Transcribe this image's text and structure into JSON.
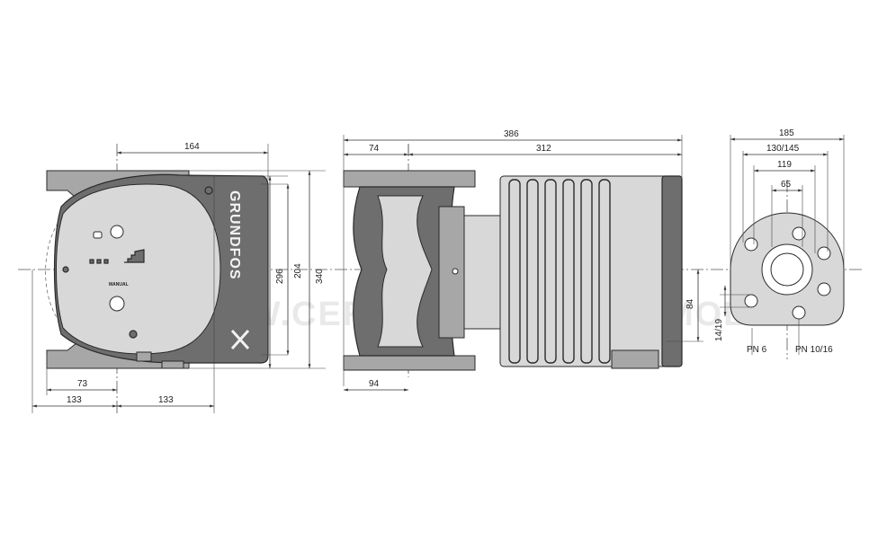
{
  "brand": "GRUNDFOS",
  "watermark": "WWW.CERPADLAVOJTECHMOBI.CZ",
  "control_panel": {
    "manual_label": "MANUAL"
  },
  "front_view": {
    "dims": {
      "top_width": "164",
      "height_inner": "204",
      "height_mid": "296",
      "height_total": "340",
      "offset_73": "73",
      "left_133": "133",
      "right_133": "133"
    }
  },
  "side_view": {
    "dims": {
      "total": "386",
      "flange": "74",
      "motor": "312",
      "port_94": "94",
      "axis_84": "84"
    }
  },
  "flange_view": {
    "dims": {
      "outer": "185",
      "bolt_circle": "130/145",
      "bore": "119",
      "inner": "65",
      "hole": "14/19"
    },
    "labels": {
      "pn_left": "PN 6",
      "pn_right": "PN 10/16"
    }
  },
  "colors": {
    "body": "#6e6e6e",
    "panel": "#d8d8d8",
    "line": "#2a2a2a"
  }
}
